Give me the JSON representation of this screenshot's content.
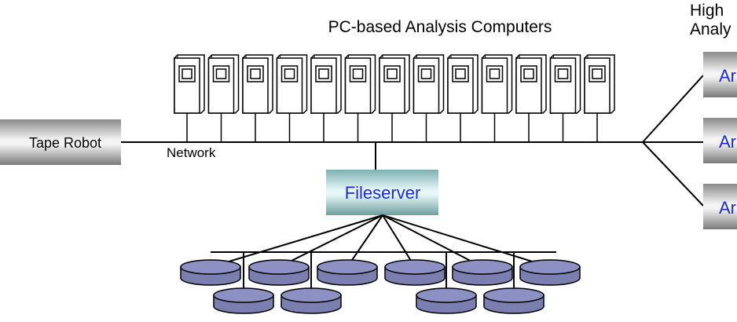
{
  "title_top": "PC-based Analysis Computers",
  "title_right_line1": "High",
  "title_right_line2": "Analy",
  "tape_robot_label": "Tape Robot",
  "network_label": "Network",
  "fileserver_label": "Fileserver",
  "right_boxes": [
    "Ar",
    "Ar",
    "Ar"
  ],
  "pc_count": 13,
  "disk_count": 10,
  "colors": {
    "box_gray_light": "#f2f2f2",
    "box_gray_dark": "#7f7f7f",
    "fileserver_top": "#d9f0f0",
    "fileserver_bottom": "#7fb0b0",
    "fileserver_text": "#1a2bdb",
    "right_box_text": "#1a2bdb",
    "disk_fill": "#7b7fb0",
    "disk_top": "#8c90c2",
    "line": "#000000"
  }
}
